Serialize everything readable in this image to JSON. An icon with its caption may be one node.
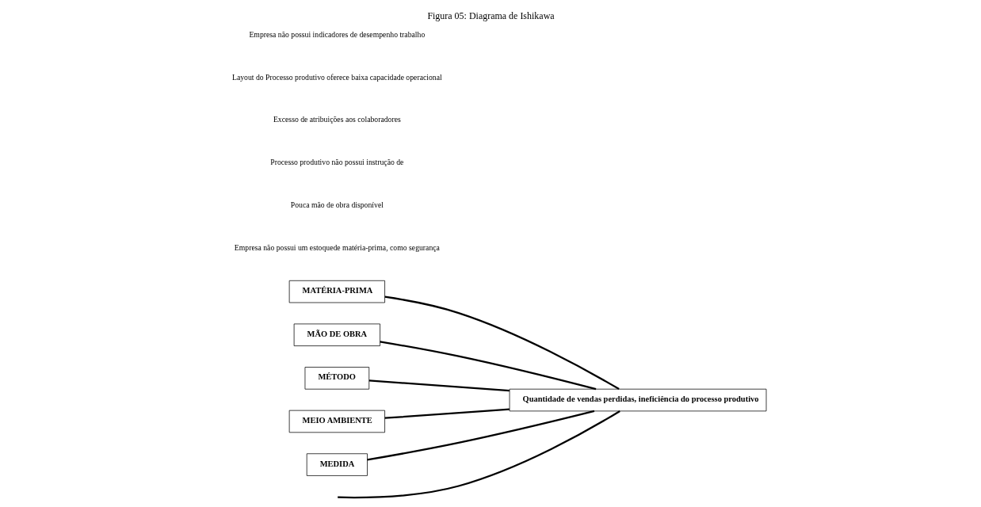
{
  "diagram": {
    "title": "Figura 05: Diagrama de Ishikawa",
    "nodes": [
      {
        "text": [
          "MATÉRIA-PRIMA"
        ]
      },
      {
        "text": [
          "MÃO DE OBRA"
        ]
      },
      {
        "text": [
          "MÉTODO"
        ]
      },
      {
        "text": [
          "MEIO AMBIENTE"
        ]
      },
      {
        "text": [
          "MEDIDA"
        ]
      },
      {
        "text": [
          "Quantidade de vendas perdidas, ineficiência do processo produtivo"
        ]
      }
    ],
    "edges": [
      {
        "from": null,
        "to": 5,
        "arrow": "none"
      },
      {
        "from": 0,
        "to": 5,
        "arrow": "none"
      },
      {
        "from": 1,
        "to": 5,
        "arrow": "none"
      },
      {
        "from": 2,
        "to": 5,
        "arrow": "none"
      },
      {
        "from": 3,
        "to": 5,
        "arrow": "none"
      },
      {
        "from": 4,
        "to": 5,
        "arrow": "none"
      }
    ],
    "labels": [
      "Empresa não possui um estoquede matéria-prima, como segurança",
      "Pouca mão de obra disponível",
      "Processo produtivo não possui instrução de",
      "Excesso de atribuições aos colaboradores",
      "Layout do Processo produtivo oferece baixa capacidade operacional",
      "Empresa não possui indicadores de desempenho trabalho"
    ]
  }
}
